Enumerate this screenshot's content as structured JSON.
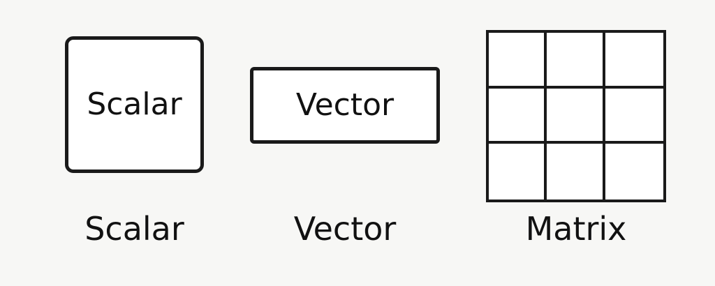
{
  "scalar": {
    "box_label": "Scalar",
    "caption": "Scalar"
  },
  "vector": {
    "box_label": "Vector",
    "caption": "Vector"
  },
  "matrix": {
    "rows": 3,
    "columns": 3,
    "caption": "Matrix"
  },
  "colors": {
    "background": "#f7f7f5",
    "stroke": "#1a1a1a",
    "fill": "#ffffff",
    "text": "#111111"
  }
}
